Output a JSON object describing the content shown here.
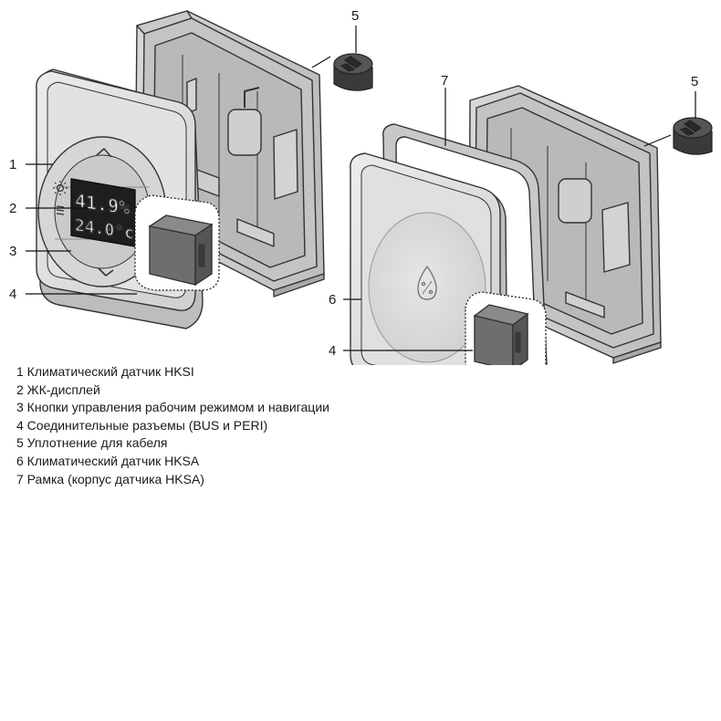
{
  "display": {
    "humidity": "41.9%",
    "temperature": "24.0°c"
  },
  "callouts": {
    "c1": "1",
    "c2": "2",
    "c3": "3",
    "c4_left": "4",
    "c5_left": "5",
    "c5_right": "5",
    "c6": "6",
    "c7": "7",
    "c4_right": "4"
  },
  "legend": [
    "1 Климатический датчик HKSI",
    "2 ЖК-дисплей",
    "3 Кнопки управления рабочим режимом и навигации",
    "4 Соединительные разъемы (BUS и PERI)",
    "5 Уплотнение для кабеля",
    "6 Климатический датчик HKSA",
    "7 Рамка (корпус датчика HKSA)"
  ],
  "colors": {
    "housing": "#dcdcdc",
    "outline": "#333333",
    "display": "#1e1e1e",
    "connector": "#6e6e6e"
  },
  "icons": [
    "sun-icon",
    "menu-icon",
    "chevron-up-icon",
    "chevron-down-icon",
    "humidity-percent-icon",
    "cable-grommet"
  ]
}
